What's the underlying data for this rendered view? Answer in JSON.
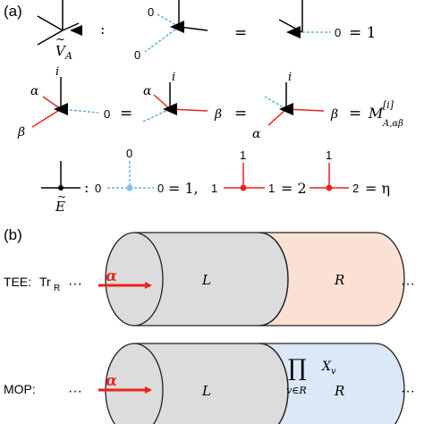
{
  "panel_a": {
    "label": "(a)",
    "vertex_symbol": {
      "base": "V",
      "accent": "~",
      "sub": "A"
    },
    "colon": ":",
    "row1": {
      "d1_dashed_top": "0",
      "d1_dashed_bottom": "0",
      "eq1": "=",
      "d2_dashed": "0",
      "eq2": "= 1"
    },
    "row2": {
      "d1_top": "i",
      "d1_red_upper": "α",
      "d1_red_lower": "β",
      "d1_dashed": "0",
      "eq1": "=",
      "d2_top": "i",
      "d2_red_upper": "α",
      "d2_red_right": "β",
      "eq2": "=",
      "d3_top": "i",
      "d3_red_lower": "α",
      "d3_red_right": "β",
      "eq3": "=",
      "result": {
        "base": "M",
        "sup": "[i]",
        "sub": "A,αβ"
      }
    },
    "row3": {
      "edge_symbol": {
        "base": "E",
        "accent": "~"
      },
      "colon": ":",
      "b_left": "0",
      "b_top": "0",
      "b_right": "0",
      "b_eq": "= 1,",
      "r_left": "1",
      "r_top": "1",
      "r_mid": "1",
      "r_eq": "= 2",
      "r_right": "2",
      "r_eq2": "= η"
    }
  },
  "panel_b": {
    "label": "(b)",
    "tee": {
      "prefix": "TEE:",
      "trace_base": "Tr",
      "trace_sub": "R",
      "dots_left": "···",
      "alpha": "α",
      "left_region": "L",
      "right_region": "R",
      "dots_right": "···"
    },
    "mop": {
      "prefix": "MOP:",
      "dots_left": "···",
      "alpha": "α",
      "left_region": "L",
      "product_symbol": "∏",
      "product_sub": "v∈R",
      "operator": {
        "base": "X",
        "sub": "v"
      },
      "right_region": "R",
      "dots_right": "···"
    }
  },
  "colors": {
    "red": "#e8231f",
    "blue_dashed": "#4aa3df",
    "blue_node": "#7ec0ef",
    "gray_fill": "#dcdcdc",
    "salmon_fill": "#fbe1d4",
    "lightblue_fill": "#dbe8f8",
    "black": "#000000"
  }
}
